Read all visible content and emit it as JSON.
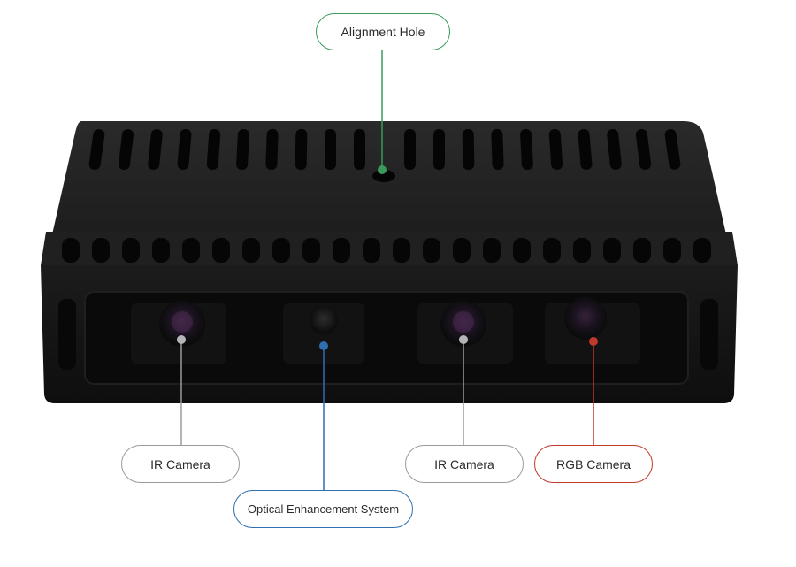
{
  "labels": {
    "alignment_hole": "Alignment Hole",
    "ir_camera_left": "IR Camera",
    "optical_enhancement": "Optical Enhancement System",
    "ir_camera_right": "IR Camera",
    "rgb_camera": "RGB Camera"
  },
  "colors": {
    "alignment_hole": "#3a9a5a",
    "ir_camera": "#9a9a9a",
    "optical_enhancement": "#2f6fb0",
    "rgb_camera": "#c0392b",
    "device_body": "#161616"
  },
  "icons": {
    "device": "depth-camera-module"
  }
}
